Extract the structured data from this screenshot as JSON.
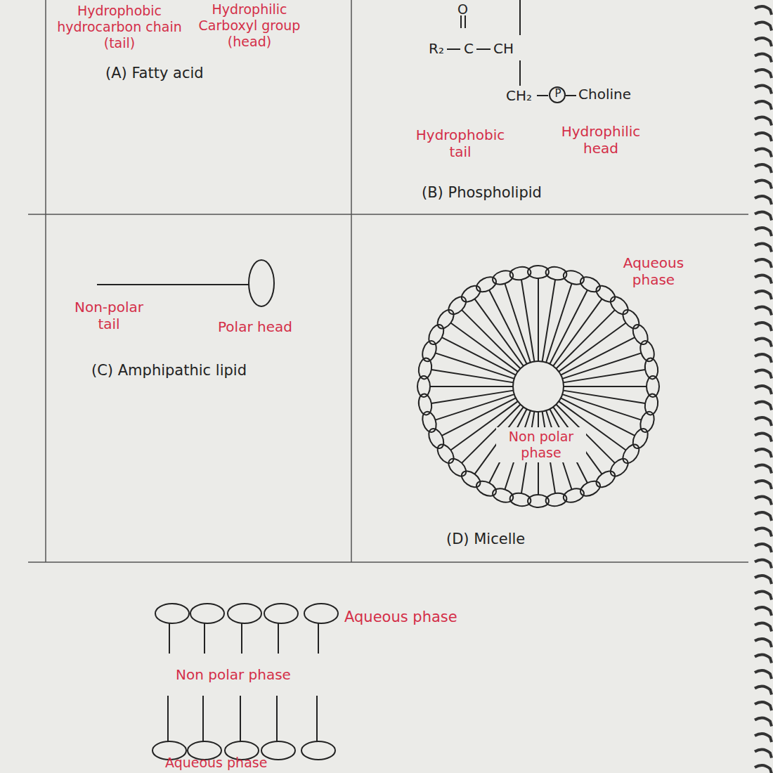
{
  "diagram": {
    "labels": [
      "Hydrophobic hydrocarbon chain (tail)",
      "Hydrophilic Carboxyl group (head)",
      "(A) Fatty acid",
      "O",
      "R₂",
      "C",
      "CH",
      "CH₂",
      "P",
      "Choline",
      "Hydrophobic tail",
      "Hydrophilic head",
      "(B) Phospholipid",
      "Non-polar tail",
      "Polar head",
      "(C) Amphipathic lipid",
      "Aqueous phase",
      "Non polar phase",
      "(D) Micelle",
      "Aqueous phase",
      "Non polar phase",
      "Aqueous phase"
    ]
  }
}
